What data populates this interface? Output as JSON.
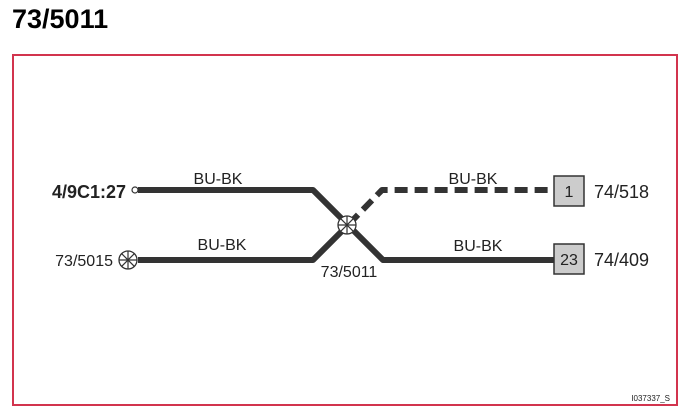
{
  "title": "73/5011",
  "colors": {
    "frame": "#d2344e",
    "wire": "#333333",
    "pin_fill": "#cccccc"
  },
  "left_connectors": [
    {
      "id": "4/9C1:27",
      "symbol": "open-circle"
    },
    {
      "id": "73/5015",
      "symbol": "ground-circle-cross"
    }
  ],
  "splice": {
    "id": "73/5011",
    "symbol": "splice-circle-cross"
  },
  "wires": [
    {
      "color_code": "BU-BK",
      "segment": "left-upper",
      "style": "solid"
    },
    {
      "color_code": "BU-BK",
      "segment": "left-lower",
      "style": "solid"
    },
    {
      "color_code": "BU-BK",
      "segment": "right-upper",
      "style": "dashed"
    },
    {
      "color_code": "BU-BK",
      "segment": "right-lower",
      "style": "solid"
    }
  ],
  "right_connectors": [
    {
      "pin": "1",
      "id": "74/518"
    },
    {
      "pin": "23",
      "id": "74/409"
    }
  ],
  "figure_id": "I037337_S"
}
